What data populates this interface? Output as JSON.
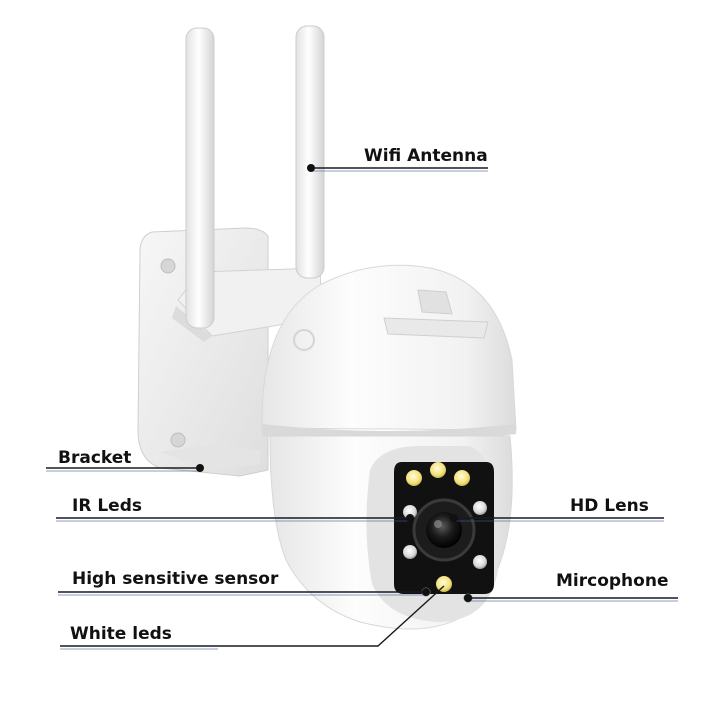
{
  "callouts": {
    "wifi_antenna": "Wifi Antenna",
    "bracket": "Bracket",
    "ir_leds": "IR Leds",
    "hd_lens": "HD Lens",
    "high_sensitive_sensor": "High sensitive sensor",
    "microphone": "Mircophone",
    "white_leds": "White leds"
  },
  "colors": {
    "leader_line": "#1a1a1a",
    "leader_accent": "#3a5fa0",
    "camera_body": "#f4f4f4",
    "lens_panel": "#111111",
    "white_led": "#f3e27a"
  }
}
